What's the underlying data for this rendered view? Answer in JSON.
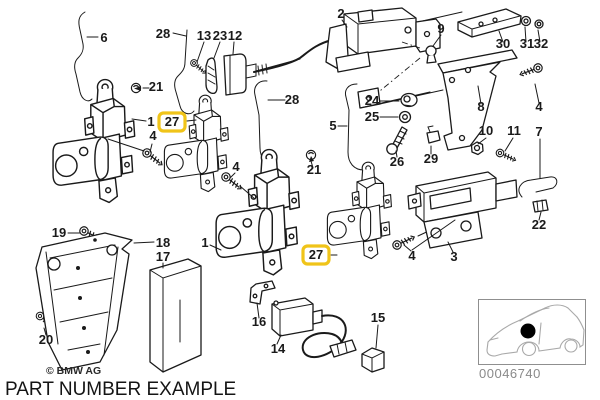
{
  "page": {
    "caption": "PART NUMBER EXAMPLE",
    "copyright": "© BMW AG",
    "drawing_number": "00046740"
  },
  "style": {
    "highlight_color": "#f0c419",
    "muted_label_color": "#9e9e9e",
    "line_color": "#1a1a1a"
  },
  "icons": {
    "car_inset": "bmw-coupe-silhouette",
    "location_marker": "black-dot-on-door"
  },
  "callouts": [
    {
      "text": "6"
    },
    {
      "text": "28"
    },
    {
      "text": "13"
    },
    {
      "text": "23"
    },
    {
      "text": "12"
    },
    {
      "text": "2"
    },
    {
      "text": "9"
    },
    {
      "text": "30",
      "muted": true
    },
    {
      "text": "31",
      "muted": true
    },
    {
      "text": "32",
      "muted": true
    },
    {
      "text": "21"
    },
    {
      "text": "1"
    },
    {
      "text": "27",
      "highlighted": true
    },
    {
      "text": "4"
    },
    {
      "text": "28"
    },
    {
      "text": "24"
    },
    {
      "text": "25"
    },
    {
      "text": "5"
    },
    {
      "text": "8"
    },
    {
      "text": "4"
    },
    {
      "text": "10"
    },
    {
      "text": "11"
    },
    {
      "text": "7"
    },
    {
      "text": "21"
    },
    {
      "text": "4"
    },
    {
      "text": "26"
    },
    {
      "text": "29"
    },
    {
      "text": "22"
    },
    {
      "text": "19"
    },
    {
      "text": "18"
    },
    {
      "text": "17"
    },
    {
      "text": "1"
    },
    {
      "text": "16"
    },
    {
      "text": "14"
    },
    {
      "text": "27",
      "highlighted": true
    },
    {
      "text": "4"
    },
    {
      "text": "3"
    },
    {
      "text": "20"
    },
    {
      "text": "15"
    }
  ]
}
